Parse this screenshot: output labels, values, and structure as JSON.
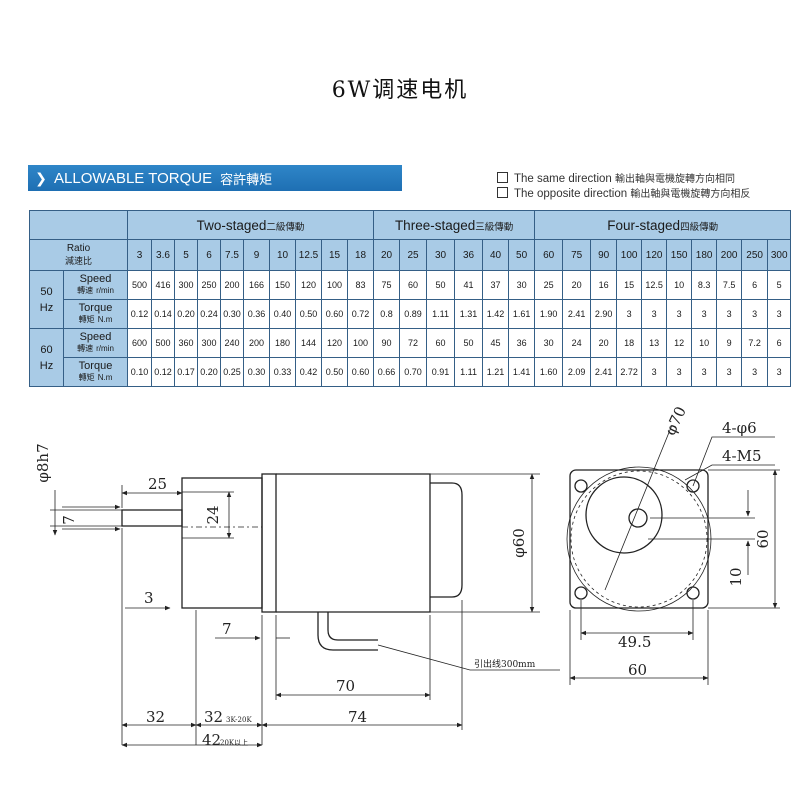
{
  "title": "6W调速电机",
  "banner": {
    "arrow_icon": "chevron-right",
    "label": "ALLOWABLE TORQUE",
    "label_cn": "容許轉矩"
  },
  "legend": [
    {
      "text": "The same direction",
      "cn": "輸出軸與電機旋轉方向相同"
    },
    {
      "text": "The opposite direction",
      "cn": "輸出軸與電機旋轉方向相反"
    }
  ],
  "table": {
    "groups": [
      {
        "name": "Two-staged",
        "cn": "二級傳動"
      },
      {
        "name": "Three-staged",
        "cn": "三級傳動"
      },
      {
        "name": "Four-staged",
        "cn": "四級傳動"
      }
    ],
    "ratio_label": "Ratio",
    "ratio_label_cn": "減速比",
    "ratios": [
      "3",
      "3.6",
      "5",
      "6",
      "7.5",
      "9",
      "10",
      "12.5",
      "15",
      "18",
      "20",
      "25",
      "30",
      "36",
      "40",
      "50",
      "60",
      "75",
      "90",
      "100",
      "120",
      "150",
      "180",
      "200",
      "250",
      "300"
    ],
    "rows": [
      {
        "hz_num": "50",
        "hz_unit": "Hz",
        "speed_label": "Speed",
        "speed_label_cn": "轉速",
        "speed_unit": "r/min",
        "speed": [
          "500",
          "416",
          "300",
          "250",
          "200",
          "166",
          "150",
          "120",
          "100",
          "83",
          "75",
          "60",
          "50",
          "41",
          "37",
          "30",
          "25",
          "20",
          "16",
          "15",
          "12.5",
          "10",
          "8.3",
          "7.5",
          "6",
          "5"
        ],
        "torque_label": "Torque",
        "torque_label_cn": "轉矩",
        "torque_unit": "N.m",
        "torque": [
          "0.12",
          "0.14",
          "0.20",
          "0.24",
          "0.30",
          "0.36",
          "0.40",
          "0.50",
          "0.60",
          "0.72",
          "0.8",
          "0.89",
          "1.11",
          "1.31",
          "1.42",
          "1.61",
          "1.90",
          "2.41",
          "2.90",
          "3",
          "3",
          "3",
          "3",
          "3",
          "3",
          "3"
        ]
      },
      {
        "hz_num": "60",
        "hz_unit": "Hz",
        "speed_label": "Speed",
        "speed_label_cn": "轉速",
        "speed_unit": "r/min",
        "speed": [
          "600",
          "500",
          "360",
          "300",
          "240",
          "200",
          "180",
          "144",
          "120",
          "100",
          "90",
          "72",
          "60",
          "50",
          "45",
          "36",
          "30",
          "24",
          "20",
          "18",
          "13",
          "12",
          "10",
          "9",
          "7.2",
          "6"
        ],
        "torque_label": "Torque",
        "torque_label_cn": "轉矩",
        "torque_unit": "N.m",
        "torque": [
          "0.10",
          "0.12",
          "0.17",
          "0.20",
          "0.25",
          "0.30",
          "0.33",
          "0.42",
          "0.50",
          "0.60",
          "0.66",
          "0.70",
          "0.91",
          "1.11",
          "1.21",
          "1.41",
          "1.60",
          "2.09",
          "2.41",
          "2.72",
          "3",
          "3",
          "3",
          "3",
          "3",
          "3"
        ]
      }
    ]
  },
  "drawing": {
    "shaft_dia": "φ8h7",
    "dim_25": "25",
    "dim_24": "24",
    "dim_7_key": "7",
    "dim_3": "3",
    "dim_7_flange": "7",
    "dim_60_dia": "φ60",
    "dim_70": "70",
    "dim_32_left": "32",
    "dim_32_right": "32",
    "dim_32_right_note": "3K-20K",
    "dim_74": "74",
    "dim_42": "42",
    "dim_42_note": "20K以上",
    "lead_label": "引出线300mm",
    "circle_dia": "φ70",
    "holes": "4-φ6",
    "screws": "4-M5",
    "dim_60_height": "60",
    "dim_10": "10",
    "dim_49_5": "49.5",
    "dim_60_width": "60"
  }
}
